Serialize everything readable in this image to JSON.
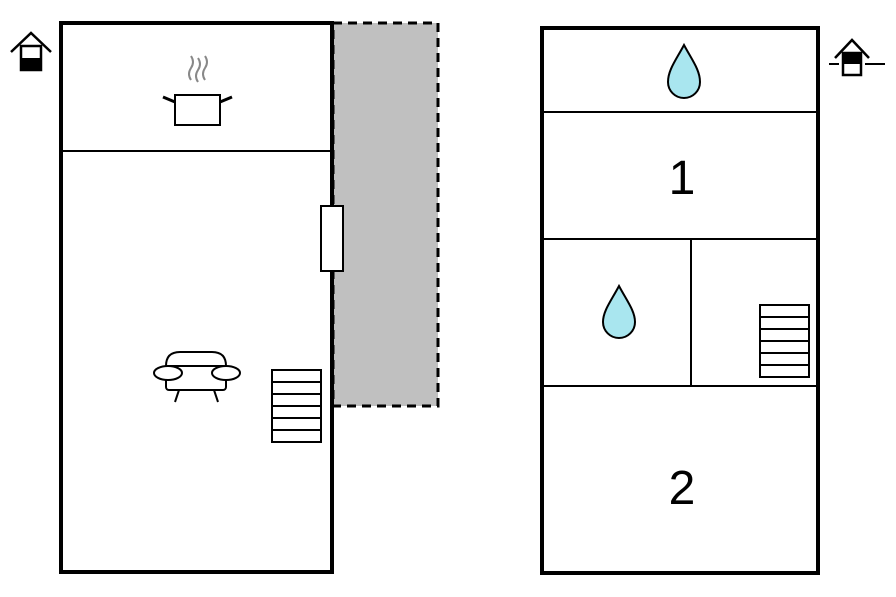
{
  "floors": [
    {
      "level_icon": "house-ground-floor-icon",
      "rooms": [
        {
          "icon": "kitchen-pot-icon"
        },
        {
          "icons": [
            "sofa-icon",
            "stairs-icon",
            "door-icon"
          ]
        }
      ],
      "terrace": {
        "icon": "terrace-area"
      }
    },
    {
      "level_icon": "house-upper-floor-icon",
      "rooms": [
        {
          "icon": "water-drop-icon"
        },
        {
          "number": "1"
        },
        {
          "icon": "water-drop-icon"
        },
        {
          "icon": "stairs-icon"
        },
        {
          "number": "2"
        }
      ]
    }
  ],
  "colors": {
    "wall": "#000000",
    "terrace": "#c0c0c0",
    "water": "#a9e6ef",
    "steam": "#888888"
  }
}
